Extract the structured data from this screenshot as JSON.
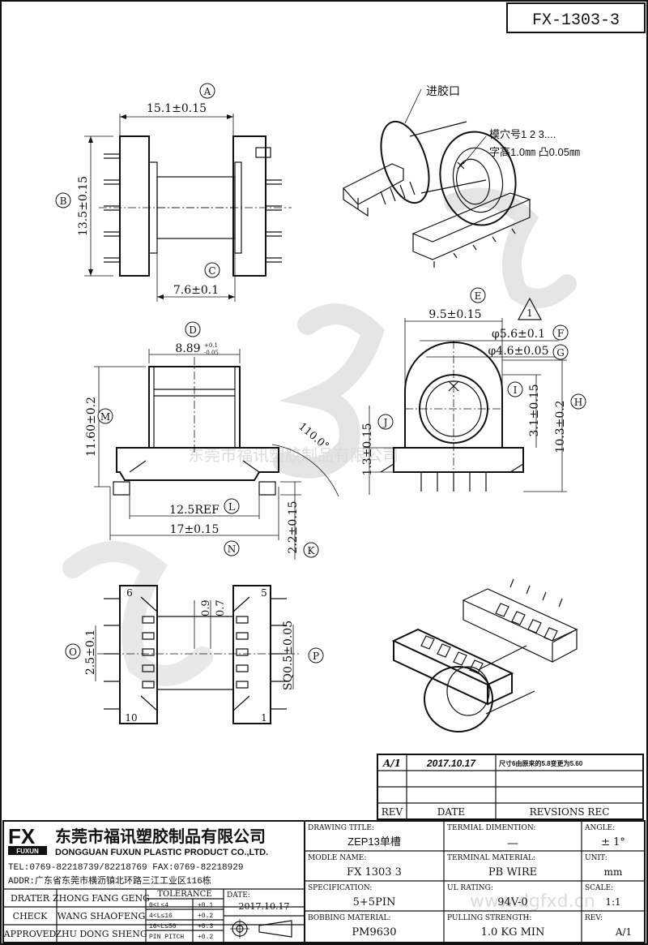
{
  "drawing_no": "FX-1303-3",
  "watermark": {
    "company": "东莞市福讯塑胶制品有限公司",
    "site": "www.dgfxd.cn"
  },
  "top_view": {
    "dim_width": "15.1±0.15",
    "dim_height": "13.5±0.15",
    "dim_inner": "7.6±0.1",
    "label_a": "A",
    "label_b": "B",
    "label_c": "C"
  },
  "iso_notes": {
    "gate": "进胶口",
    "cavity_no": "模穴号1 2 3....",
    "char_height": "字高1.0㎜ 凸0.05㎜"
  },
  "front_view": {
    "dim_d": "8.89",
    "dim_d_tol_plus": "+0.1",
    "dim_d_tol_minus": "-0.05",
    "dim_m": "11.60±0.2",
    "dim_angle": "110.0°",
    "dim_l": "12.5REF",
    "dim_n": "17±0.15",
    "dim_k": "2.2±0.15",
    "labels": [
      "D",
      "M",
      "L",
      "N",
      "K"
    ]
  },
  "side_view": {
    "dim_e": "9.5±0.15",
    "dim_f": "φ5.6±0.1",
    "dim_g": "φ4.6±0.05",
    "dim_i": "3.1±0.15",
    "dim_h": "10.3±0.2",
    "dim_j": "1.3±0.15",
    "rev_mark": "1",
    "labels": [
      "E",
      "F",
      "G",
      "I",
      "H",
      "J"
    ]
  },
  "bottom_view": {
    "dim_o": "2.5±0.1",
    "dim_p": "SQ0.5±0.05",
    "dim_09": "0.9",
    "dim_07": "0.7",
    "pin_labels": [
      "6",
      "5",
      "10",
      "1"
    ],
    "labels": [
      "O",
      "P"
    ]
  },
  "revision_table": {
    "rows": [
      {
        "rev": "A/1",
        "date": "2017.10.17",
        "text": "尺寸6由原来的5.8变更为5.60"
      },
      {
        "rev": "",
        "date": "",
        "text": ""
      },
      {
        "rev": "",
        "date": "",
        "text": ""
      }
    ],
    "headers": {
      "rev": "REV",
      "date": "DATE",
      "text": "REVSIONS REC"
    }
  },
  "title_block": {
    "logo": "FX",
    "logo_sub": "FUXUN",
    "company_cn": "东莞市福讯塑胶制品有限公司",
    "company_en": "DONGGUAN FUXUN PLASTIC PRODUCT CO.,LTD.",
    "tel": "TEL:0769-82218739/82218769 FAX:0769-82218929",
    "addr": "ADDR:广东省东莞市横沥镇北环路三江工业区116栋",
    "drater_label": "DRATER",
    "drater": "ZHONG FANG GENG",
    "check_label": "CHECK",
    "check": "WANG SHAOFENG",
    "approved_label": "APPROVED",
    "approved": "ZHU DONG SHENG",
    "tolerance_label": "TOLERANCE",
    "tolerances": [
      {
        "range": "0<L≤4",
        "tol": "+0.1"
      },
      {
        "range": "4<L≤16",
        "tol": "+0.2"
      },
      {
        "range": "16<L≤50",
        "tol": "+0.3"
      },
      {
        "range": "PIN PITCH",
        "tol": "+0.2"
      }
    ],
    "date_label": "DATE:",
    "date": "2017.10.17",
    "drawing_title_label": "DRAWING TITLE:",
    "drawing_title": "ZEP13单槽",
    "model_label": "MODLE NAME:",
    "model": "FX 1303 3",
    "spec_label": "SPECIFICATION:",
    "spec": "5+5PIN",
    "bobbin_label": "BOBBING MATERIAL:",
    "bobbin": "PM9630",
    "terminal_dim_label": "TERMIAL DIMENTION:",
    "terminal_dim": "—",
    "terminal_mat_label": "TERMINAL MATERIAL:",
    "terminal_mat": "PB WIRE",
    "ul_label": "UL RATING:",
    "ul": "94V-0",
    "pulling_label": "PULLING STRENGTH:",
    "pulling": "1.0 KG MIN",
    "angle_label": "ANGLE:",
    "angle": "± 1°",
    "unit_label": "UNIT:",
    "unit": "mm",
    "scale_label": "SCALE:",
    "scale": "1:1",
    "rev_label": "REV:",
    "rev": "A/1"
  }
}
